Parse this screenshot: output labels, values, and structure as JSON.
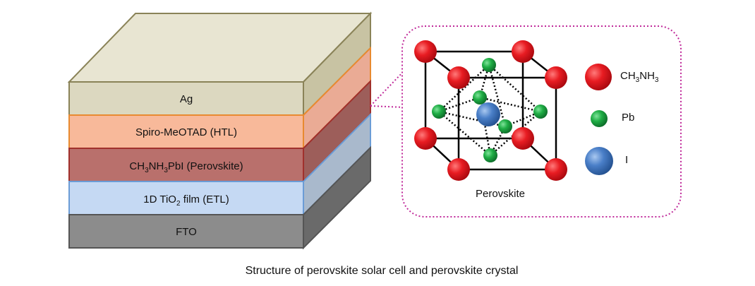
{
  "stack": {
    "layers": [
      {
        "id": "ag",
        "label": "Ag",
        "front": "#dcd8c0",
        "side": "#c8c3a3",
        "top": "#e8e5d2",
        "stroke": "#8a8358"
      },
      {
        "id": "htl",
        "label": "Spiro-MeOTAD (HTL)",
        "front": "#f8b99a",
        "side": "#e8a28a",
        "stroke": "#e88a30"
      },
      {
        "id": "pvk",
        "label_parts": [
          "CH",
          "3",
          "NH",
          "3",
          "PbI (Perovskite)"
        ],
        "front": "#b9706c",
        "side": "#9d5e5a",
        "stroke": "#a0302c"
      },
      {
        "id": "etl",
        "label_parts": [
          "1D TiO",
          "2",
          " film (ETL)"
        ],
        "front": "#c5d9f3",
        "side": "#a9b9cc",
        "stroke": "#6b9cd6"
      },
      {
        "id": "fto",
        "label": "FTO",
        "front": "#8c8c8c",
        "side": "#6a6a6a",
        "stroke": "#555555"
      }
    ]
  },
  "crystal": {
    "caption": "Perovskite",
    "colors": {
      "ch3nh3": "#e0121a",
      "pb": "#1a9a3c",
      "i": "#3a70c0",
      "callout": "#c02a9a"
    }
  },
  "legend": {
    "items": [
      {
        "id": "ch3nh3",
        "label_parts": [
          "CH",
          "3",
          "NH",
          "3"
        ]
      },
      {
        "id": "pb",
        "label": "Pb"
      },
      {
        "id": "i",
        "label": "I"
      }
    ]
  },
  "caption": "Structure of perovskite solar cell and perovskite crystal"
}
